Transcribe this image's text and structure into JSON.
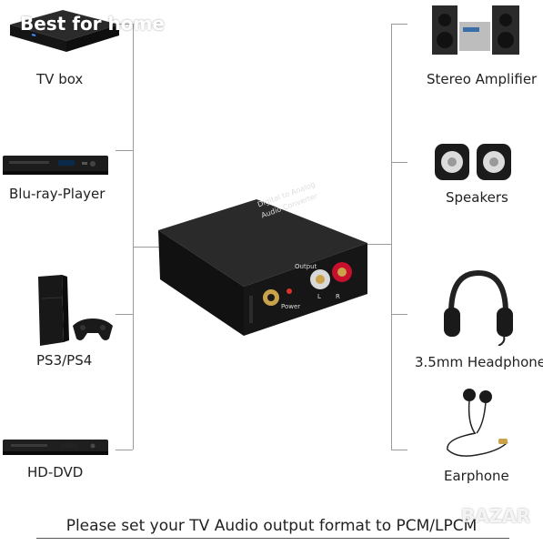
{
  "watermark": "Best for home",
  "left_devices": [
    {
      "label": "TV box",
      "icon": "tv-box-icon"
    },
    {
      "label": "Blu-ray-Player",
      "icon": "bluray-player-icon"
    },
    {
      "label": "PS3/PS4",
      "icon": "ps4-console-icon"
    },
    {
      "label": "HD-DVD",
      "icon": "hd-dvd-player-icon"
    }
  ],
  "right_devices": [
    {
      "label": "Stereo Amplifier",
      "icon": "stereo-amplifier-icon"
    },
    {
      "label": "Speakers",
      "icon": "speakers-icon"
    },
    {
      "label": "3.5mm Headphone",
      "icon": "headphone-icon"
    },
    {
      "label": "Earphone",
      "icon": "earphone-icon"
    }
  ],
  "converter": {
    "title_line1": "Digital to Analog",
    "title_line2": "Audio Converter",
    "output_label": "Output",
    "power_label": "Power",
    "left_channel": "L",
    "right_channel": "R"
  },
  "footer_text": "Please set your TV Audio output format to PCM/LPCM",
  "corner_watermark": "BAZAR",
  "colors": {
    "line": "#9a9a9a",
    "device_dark": "#1b1b1b",
    "rca_red": "#c8102e",
    "rca_gold": "#d4a640"
  }
}
